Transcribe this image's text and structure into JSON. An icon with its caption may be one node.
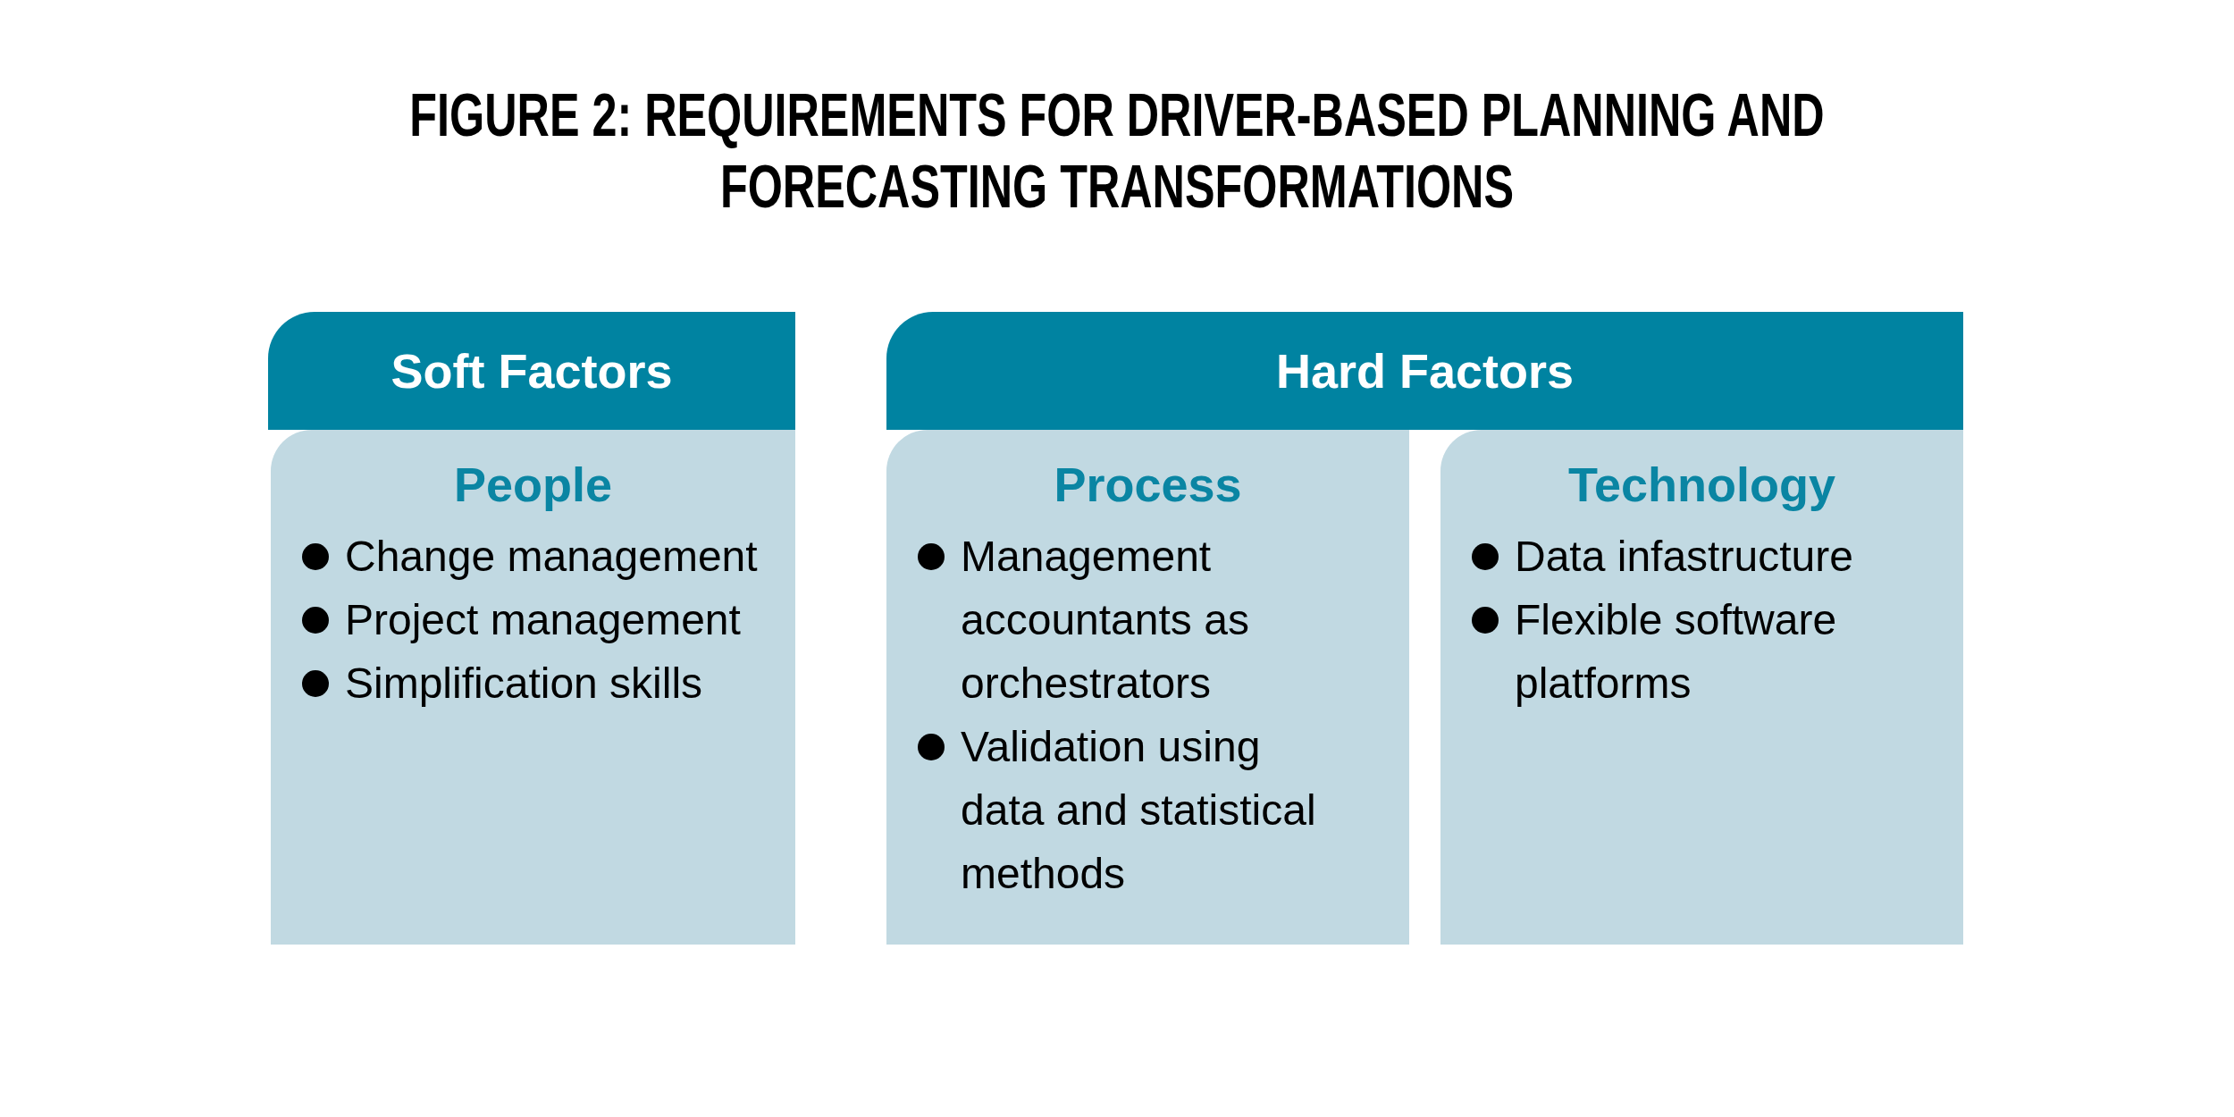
{
  "diagram": {
    "title": "FIGURE 2: REQUIREMENTS FOR DRIVER-BASED PLANNING AND FORECASTING TRANSFORMATIONS",
    "nodes": [
      {
        "text": [
          "Soft Factors"
        ]
      },
      {
        "text": [
          "Hard Factors"
        ]
      },
      {
        "text": [
          "People",
          "Change management",
          "Project management",
          "Simplification skills"
        ]
      },
      {
        "text": [
          "Process",
          "Management accountants as orchestrators",
          "Validation using data and statistical methods"
        ]
      },
      {
        "text": [
          "Technology",
          "Data infastructure",
          "Flexible software platforms"
        ]
      }
    ]
  }
}
